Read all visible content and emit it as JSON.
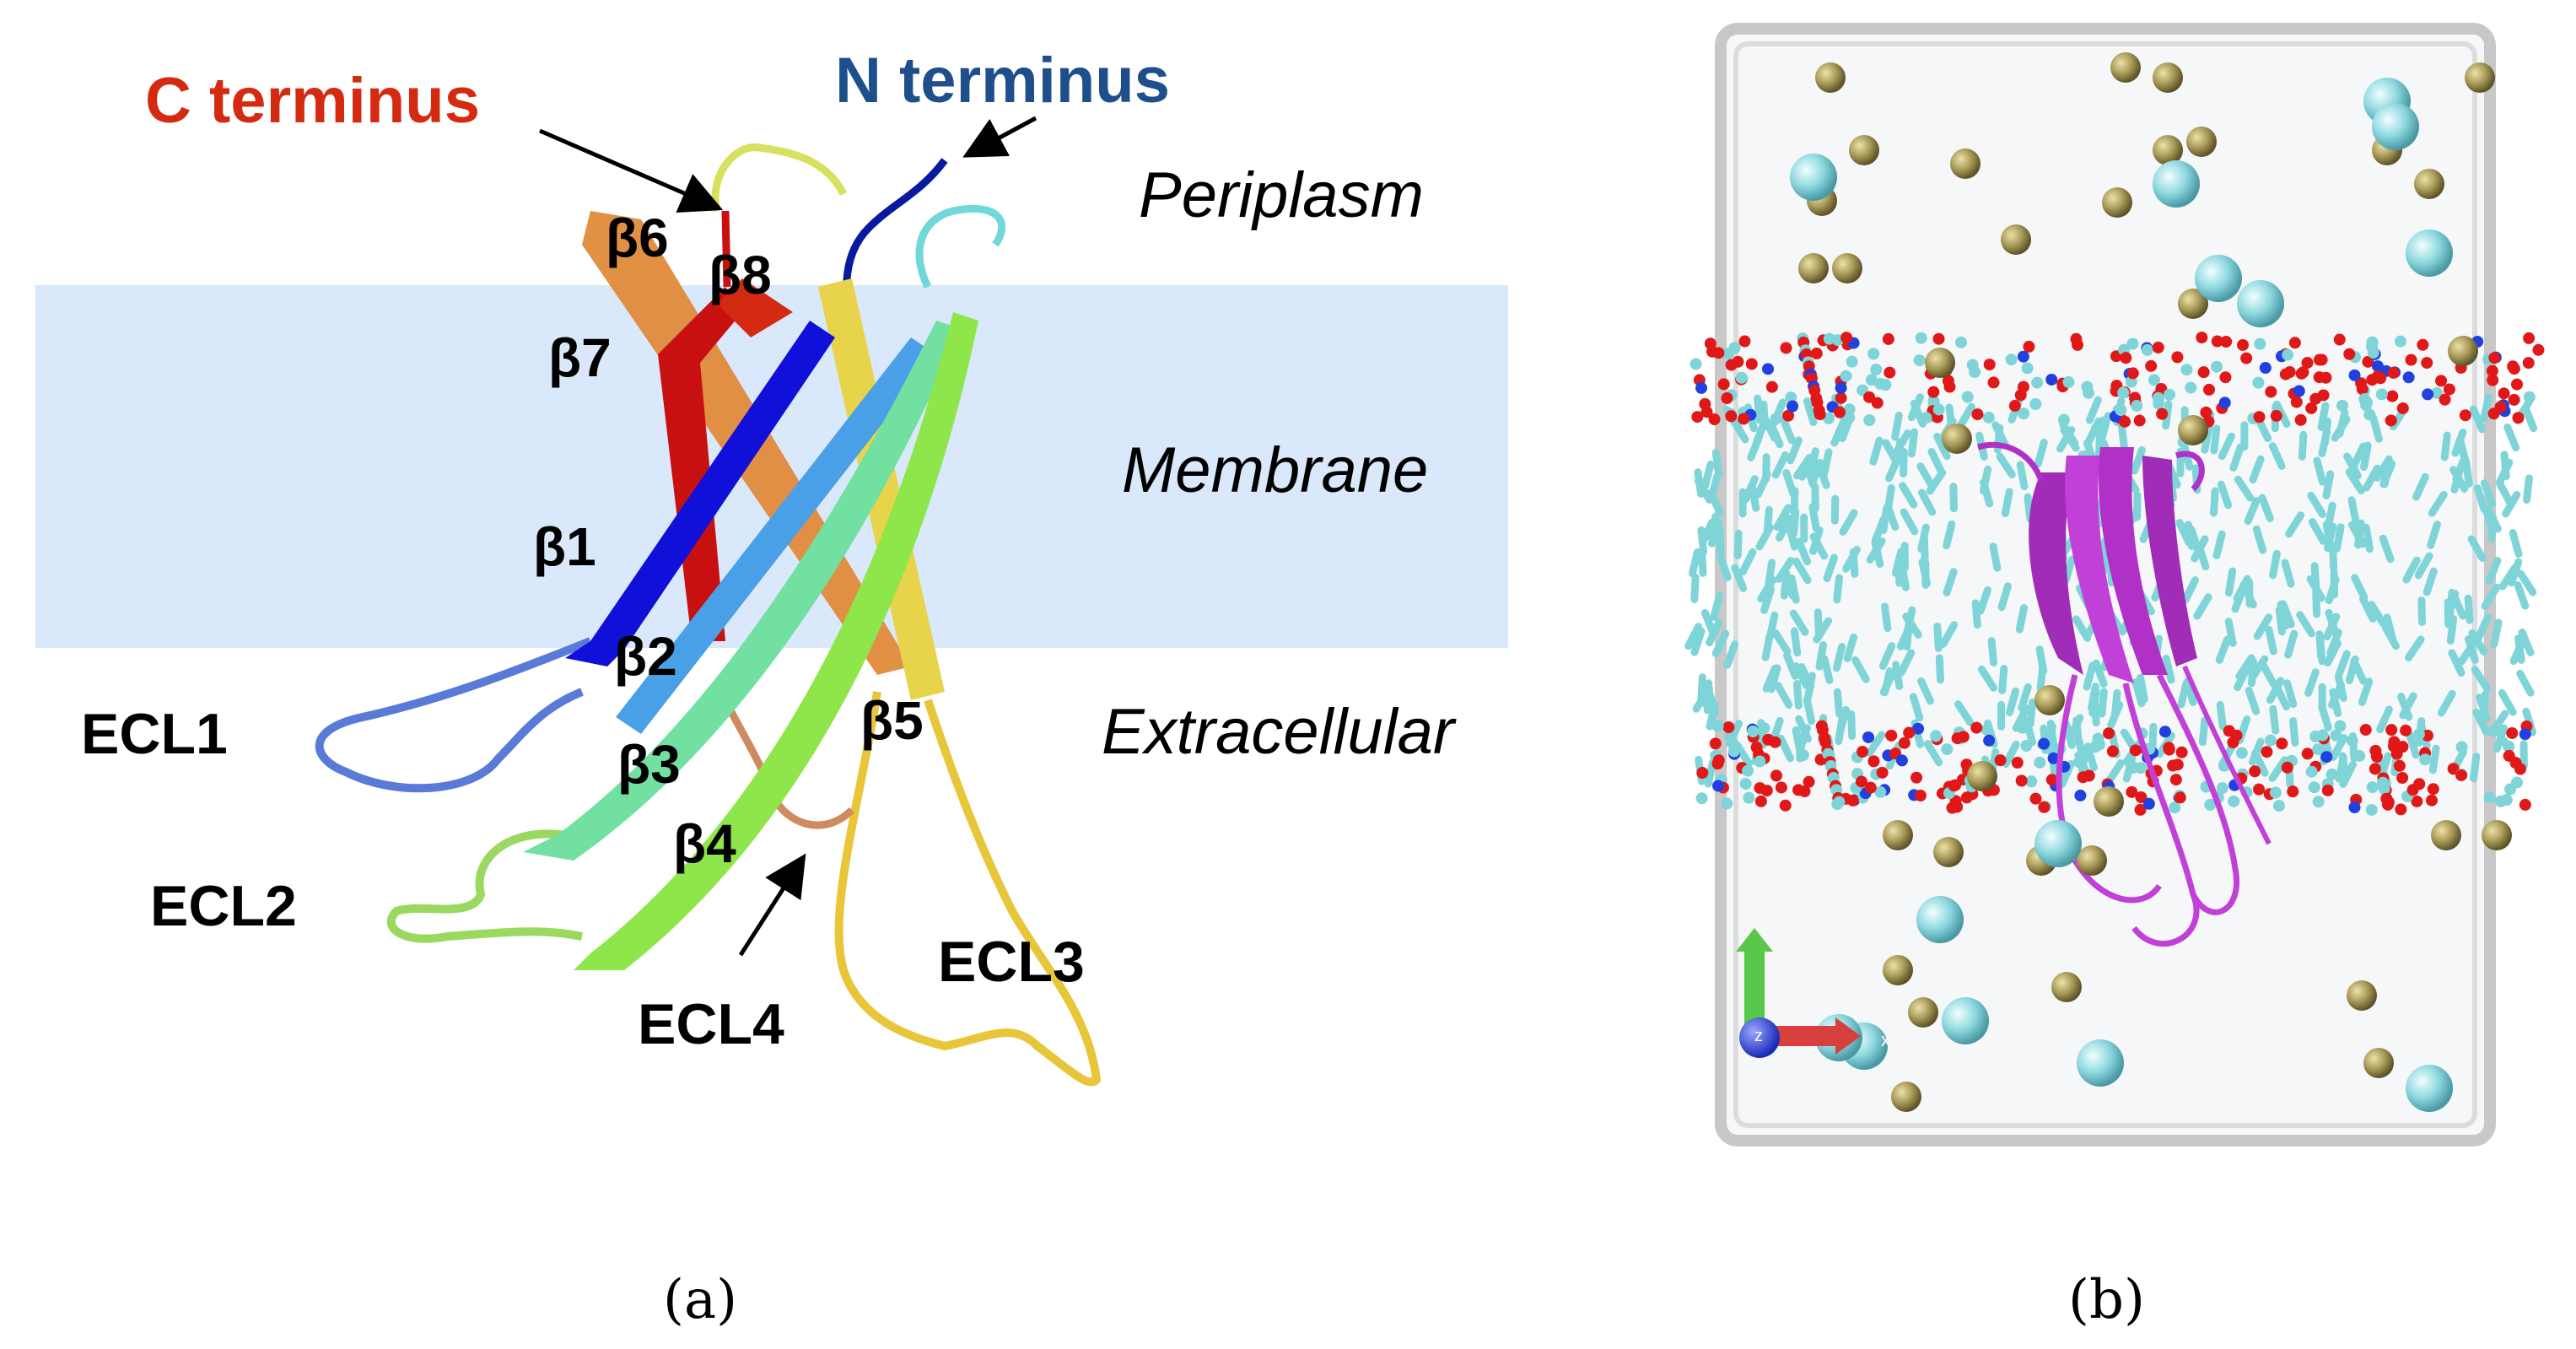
{
  "panel_a": {
    "caption": "(a)",
    "terminals": {
      "c_terminus": "C terminus",
      "n_terminus": "N terminus"
    },
    "regions": {
      "periplasm": "Periplasm",
      "membrane": "Membrane",
      "extracellular": "Extracellular"
    },
    "strands": {
      "b1": "β1",
      "b2": "β2",
      "b3": "β3",
      "b4": "β4",
      "b5": "β5",
      "b6": "β6",
      "b7": "β7",
      "b8": "β8"
    },
    "loops": {
      "ecl1": "ECL1",
      "ecl2": "ECL2",
      "ecl3": "ECL3",
      "ecl4": "ECL4"
    },
    "colors": {
      "membrane_band": "#d9e8fa",
      "c_terminus_text": "#d42a12",
      "n_terminus_text": "#1f4f8a",
      "b1": "#1010d8",
      "b2": "#4aa0e6",
      "b3": "#72e0a0",
      "b4": "#8ee64a",
      "b5": "#f0e040",
      "b6": "#e08a3a",
      "b7": "#c81010",
      "b8": "#0a1aa0"
    }
  },
  "panel_b": {
    "caption": "(b)",
    "axes": {
      "x_label": "x",
      "z_label": "z"
    },
    "colors": {
      "box": "#c8c8c8",
      "lipid_tail": "#7fd4d8",
      "lipid_head_oxygen": "#e01818",
      "lipid_nitrogen": "#2040e0",
      "protein": "#b030c8",
      "ion_gold": "#a89a58",
      "ion_cyan": "#8fd8e0"
    }
  }
}
